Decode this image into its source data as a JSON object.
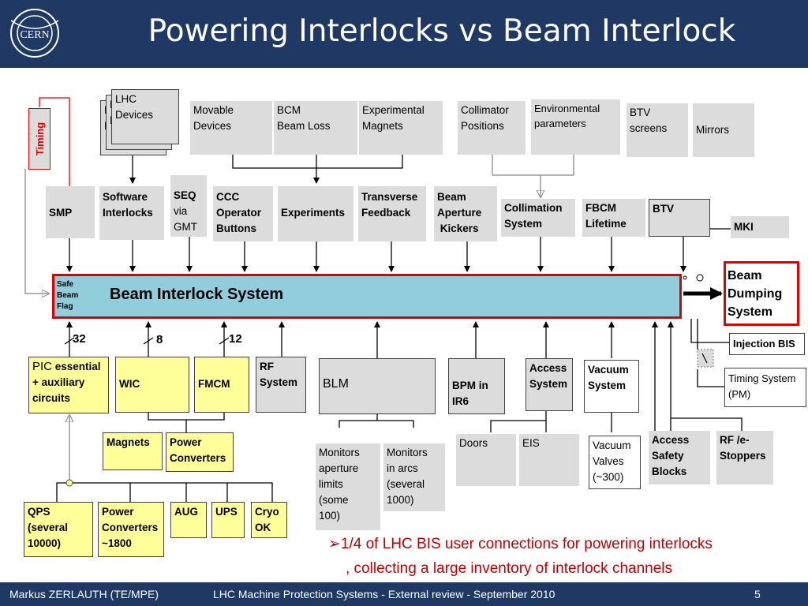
{
  "slide": {
    "title": "Powering Interlocks vs Beam Interlock",
    "logo_text": "CERN",
    "footer_author": "Markus ZERLAUTH (TE/MPE)",
    "footer_event": "LHC Machine  Protection Systems  - External review - September 2010",
    "page_number": "5"
  },
  "timing": "Timing",
  "top_sources": {
    "lhc_devices_line1": "LHC",
    "lhc_devices_line2": "Devices",
    "behind_l": "L",
    "behind_d": "D",
    "movable": [
      "Movable",
      "Devices"
    ],
    "bcm": [
      "BCM",
      "Beam Loss"
    ],
    "experimental": [
      "Experimental",
      "Magnets"
    ],
    "collimator": [
      "Collimator",
      "Positions"
    ],
    "environmental": [
      "Environmental",
      "parameters"
    ],
    "btv_screens": [
      "BTV",
      "screens"
    ],
    "mirrors": "Mirrors"
  },
  "inputs": {
    "smp": "SMP",
    "software": [
      "Software",
      "Interlocks"
    ],
    "seq": [
      "SEQ",
      "via",
      "GMT"
    ],
    "ccc": [
      "CCC",
      "Operator",
      "Buttons"
    ],
    "experiments": "Experiments",
    "transverse": [
      "Transverse",
      "Feedback"
    ],
    "beam_aperture": [
      "Beam",
      "Aperture",
      " Kickers"
    ],
    "collimation": [
      "Collimation",
      "System"
    ],
    "fbcm": [
      "FBCM",
      "Lifetime"
    ],
    "btv": "BTV",
    "mki": "MKI"
  },
  "bis": {
    "flag": [
      "Safe",
      "Beam",
      "Flag"
    ],
    "label": "Beam Interlock System"
  },
  "bds": [
    "Beam",
    "Dumping",
    "System"
  ],
  "right_outputs": {
    "injection_bis": "Injection BIS",
    "timing_system": [
      "Timing System",
      "(PM)"
    ]
  },
  "counts": {
    "pic": "32",
    "wic": "8",
    "fmcm": "12"
  },
  "lower_users": {
    "pic_prefix": "PIC",
    "pic_rest": " essential",
    "pic_line2": "+ auxiliary",
    "pic_line3": "circuits",
    "wic": "WIC",
    "fmcm": "FMCM",
    "rf": [
      "RF",
      "System"
    ],
    "blm": "BLM",
    "bpm": [
      "BPM in",
      "IR6"
    ],
    "access": [
      "Access",
      "System"
    ],
    "vacuum": [
      "Vacuum",
      "System"
    ]
  },
  "sub_boxes": {
    "magnets": "Magnets",
    "power_converters": [
      "Power",
      "Converters"
    ],
    "monitors_aperture": [
      "Monitors",
      "aperture",
      "limits",
      "(some",
      "100)"
    ],
    "monitors_arcs": [
      "Monitors",
      "in arcs",
      "(several",
      "1000)"
    ],
    "doors": "Doors",
    "eis": "EIS",
    "vacuum_valves": [
      "Vacuum",
      "Valves",
      "(~300)"
    ],
    "access_safety": [
      "Access",
      "Safety",
      "Blocks"
    ],
    "rf_stoppers": [
      "RF /e-",
      "Stoppers"
    ]
  },
  "pic_inputs": {
    "qps": [
      "QPS",
      "(several",
      "10000)"
    ],
    "pc": [
      "Power",
      "Converters",
      "~1800"
    ],
    "aug": "AUG",
    "ups": "UPS",
    "cryo": [
      "Cryo",
      "OK"
    ]
  },
  "bullet": {
    "marker": "➢",
    "text_line1": "1/4 of LHC BIS user connections for powering interlocks",
    "text_line2": ", collecting a large inventory of interlock channels"
  },
  "colors": {
    "header": "#1f3864",
    "bis_fill": "#92cddc",
    "interlock_red": "#e00000",
    "yellow_box": "#ffff99",
    "gray_box": "#dcdcdc",
    "bullet_text": "#c00000"
  }
}
